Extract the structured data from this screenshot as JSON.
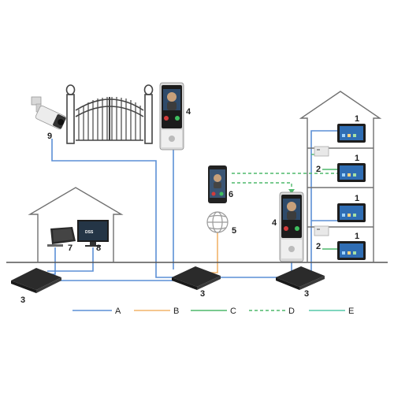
{
  "labels": {
    "network_switch": "3",
    "door_station": "4",
    "indoor_monitor": "1",
    "distributor": "2",
    "internet": "5",
    "mobile_app": "6",
    "management_pc": "7",
    "dss_monitor": "8",
    "ip_camera": "9"
  },
  "dss_screen_text": "DSS",
  "legend": [
    {
      "key": "A",
      "color": "#5b8fd6",
      "style": "solid"
    },
    {
      "key": "B",
      "color": "#f2b46a",
      "style": "solid"
    },
    {
      "key": "C",
      "color": "#4fb86b",
      "style": "solid"
    },
    {
      "key": "D",
      "color": "#4fb86b",
      "style": "dashed"
    },
    {
      "key": "E",
      "color": "#55c9a8",
      "style": "solid"
    }
  ],
  "colors": {
    "outline": "#707070",
    "ground": "#555555",
    "switch": "#2b2b2b",
    "cable_a": "#5b8fd6",
    "cable_b": "#f2b46a",
    "cable_c": "#4fb86b"
  }
}
